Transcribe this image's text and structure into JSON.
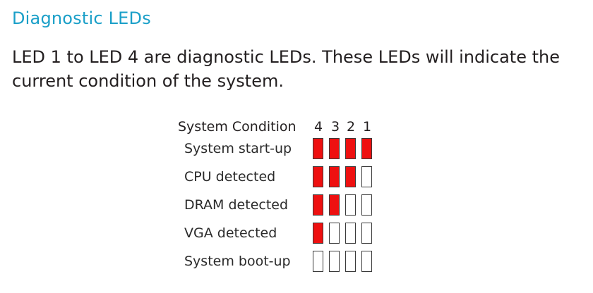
{
  "section": {
    "title": "Diagnostic LEDs",
    "title_color": "#1a9fc8",
    "intro": "LED 1 to LED 4 are diagnostic LEDs. These LEDs will indicate the current condition of the system."
  },
  "led_table": {
    "header": {
      "condition_label": "System  Condition",
      "led_numbers": [
        "4",
        "3",
        "2",
        "1"
      ]
    },
    "on_color": "#ee1010",
    "rows": [
      {
        "label": "System  start-up",
        "leds": [
          true,
          true,
          true,
          true
        ]
      },
      {
        "label": "CPU  detected",
        "leds": [
          true,
          true,
          true,
          false
        ]
      },
      {
        "label": "DRAM  detected",
        "leds": [
          true,
          true,
          false,
          false
        ]
      },
      {
        "label": "VGA  detected",
        "leds": [
          true,
          false,
          false,
          false
        ]
      },
      {
        "label": "System  boot-up",
        "leds": [
          false,
          false,
          false,
          false
        ]
      }
    ]
  }
}
